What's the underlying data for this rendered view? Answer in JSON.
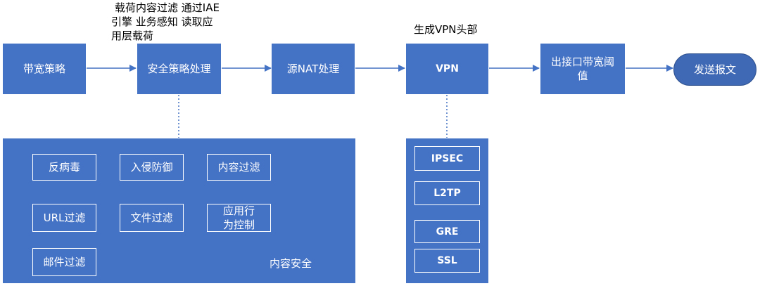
{
  "nodes": {
    "bandwidth_policy": "带宽策略",
    "security_policy": "安全策略处理",
    "source_nat": "源NAT处理",
    "vpn": "VPN",
    "egress_bandwidth_threshold": "出接口带宽阈值",
    "send_packet": "发送报文"
  },
  "annotations": {
    "security_note_line1": "载荷内容过滤    通过IAE",
    "security_note_line2": "引擎    业务感知    读取应",
    "security_note_line3": "用层载荷",
    "vpn_note": "生成VPN头部"
  },
  "content_security": {
    "label": "内容安全",
    "items": [
      "反病毒",
      "入侵防御",
      "内容过滤",
      "URL过滤",
      "文件过滤",
      "应用行为控制",
      "邮件过滤"
    ]
  },
  "vpn_types": {
    "items": [
      "IPSEC",
      "L2TP",
      "GRE",
      "SSL"
    ]
  },
  "colors": {
    "node_fill": "#4472c4",
    "text_on_node": "#ffffff",
    "connector": "#4472c4"
  }
}
